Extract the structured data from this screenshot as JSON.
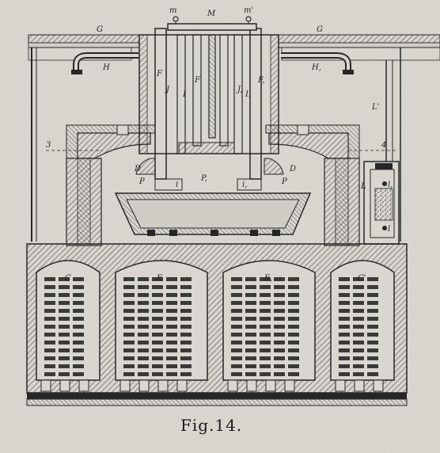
{
  "caption": "Fig.14.",
  "labels": {
    "m": "m",
    "M": "M",
    "m1": "m'",
    "G_left": "G",
    "G_right": "G",
    "H": "H",
    "H1": "H,",
    "F": "F",
    "F_mid": "F",
    "F1": "F,",
    "J": "J",
    "J1": "J,",
    "I": "I",
    "I1": "I,",
    "L1": "L'",
    "L": "L",
    "three": "3",
    "four": "4",
    "D_left": "D",
    "D_right": "D",
    "P_left": "P",
    "P_mid": "P,",
    "P_right": "P",
    "i": "i",
    "i1": "i,",
    "l1": "l,",
    "l": "l",
    "C": "C",
    "E": "E",
    "E1": "E,",
    "C1": "C'"
  },
  "colors": {
    "paper": "#d8d6cf",
    "ink": "#262626",
    "brick": "#3a3a3a",
    "hatch": "#555555"
  }
}
